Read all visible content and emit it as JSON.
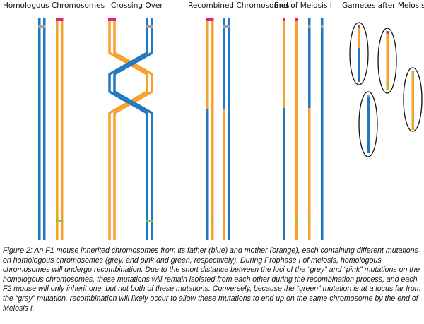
{
  "headings": {
    "homologous": "Homologous Chromosomes",
    "crossing": "Crossing Over",
    "recombined": "Recombined Chromosomes",
    "end_meiosis": "End of Meiosis I",
    "gametes": "Gametes after Meiosis"
  },
  "colors": {
    "father": "#1f78c1",
    "mother": "#f7a12c",
    "grey_mutation": "#9aa3a9",
    "pink_mutation": "#e6217c",
    "green_mutation": "#8cc63f",
    "outline": "#111111"
  },
  "caption": "Figure 2: An F1 mouse inherited chromosomes from its father (blue) and mother (orange), each containing different mutations on homologous chromosomes (grey, and pink and green, respectively). During Prophase I of meiosis, homologous chromosomes will undergo recombination. Due to the short distance between the loci of the “grey” and “pink” mutations on the homologous chromosomes, these mutations will remain isolated from each other during the recombination process, and each F2 mouse will only inherit one, but not both of these mutations. Conversely, because the “green” mutation is at a locus far from the “gray” mutation, recombination will likely occur to allow these mutations to end up on the same chromosome by the end of Meiosis I."
}
